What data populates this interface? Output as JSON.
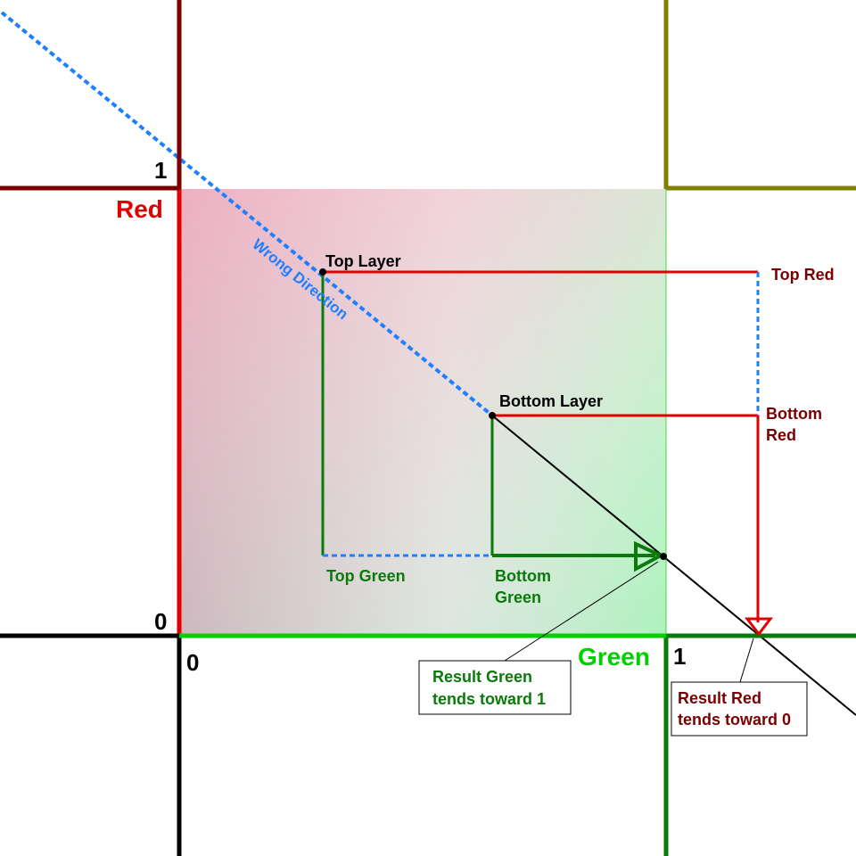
{
  "colors": {
    "red_axis": "#e00000",
    "dark_red": "#7a0000",
    "green_axis": "#00d000",
    "dark_green": "#0a7a0a",
    "olive": "#7f7f00",
    "blue_dashed": "#1e7fff",
    "label_dark_red": "#7a0000",
    "label_green": "#0a7a0a"
  },
  "axes": {
    "red_label": "Red",
    "green_label": "Green",
    "red_tick_one": "1",
    "red_tick_zero": "0",
    "green_tick_zero": "0",
    "green_tick_one": "1"
  },
  "labels": {
    "wrong_direction": "Wrong Direction",
    "top_layer": "Top Layer",
    "bottom_layer": "Bottom Layer",
    "top_red": "Top Red",
    "bottom_red_line1": "Bottom",
    "bottom_red_line2": "Red",
    "top_green": "Top Green",
    "bottom_green_line1": "Bottom",
    "bottom_green_line2": "Green"
  },
  "callouts": {
    "result_green_line1": "Result Green",
    "result_green_line2": "tends toward 1",
    "result_red_line1": "Result Red",
    "result_red_line2": "tends toward 0"
  }
}
